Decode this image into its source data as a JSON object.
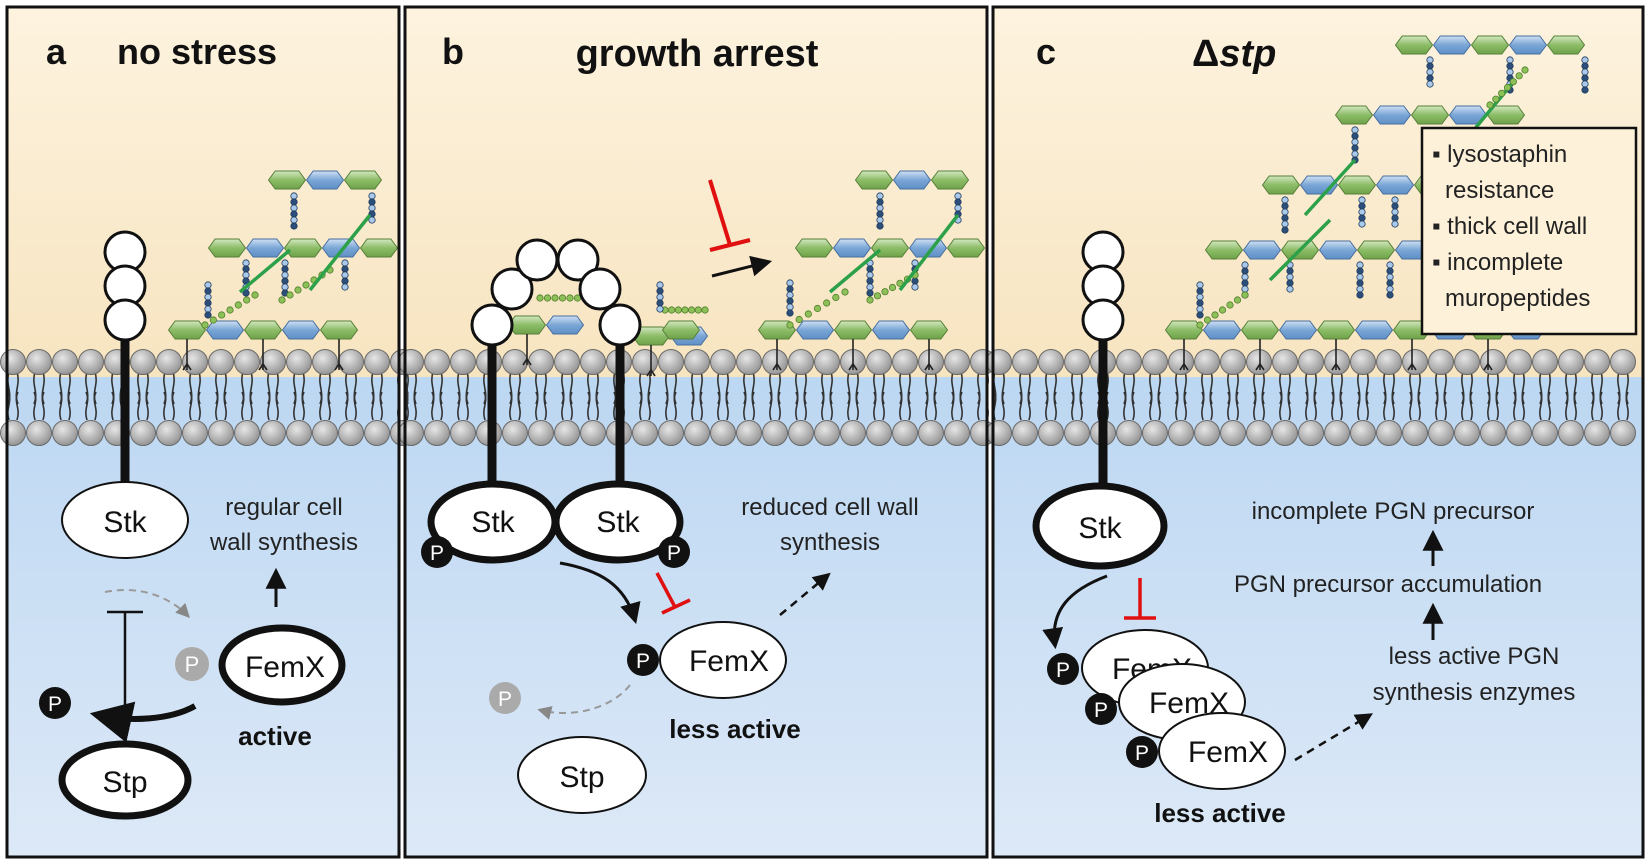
{
  "panels": [
    {
      "letter": "a",
      "title": "no stress",
      "outcome": [
        "regular cell",
        "wall synthesis"
      ],
      "stk": "Stk",
      "femx": "FemX",
      "stp": "Stp",
      "phos": "P",
      "state": "active"
    },
    {
      "letter": "b",
      "title": "growth arrest",
      "outcome": [
        "reduced cell wall",
        "synthesis"
      ],
      "stk": "Stk",
      "femx": "FemX",
      "stp": "Stp",
      "phos": "P",
      "state": "less active"
    },
    {
      "letter": "c",
      "title": "Δstp",
      "title_prefix": "Δ",
      "title_italic": "stp",
      "stk": "Stk",
      "femx": "FemX",
      "phos": "P",
      "state": "less active",
      "cascade": [
        "incomplete PGN precursor",
        "PGN precursor accumulation",
        "less active PGN",
        "synthesis enzymes"
      ],
      "phenotypes": [
        "▪ lysostaphin",
        "resistance",
        "▪ thick cell wall",
        "▪ incomplete",
        "muropeptides"
      ]
    }
  ],
  "colors": {
    "extracellular_top": "#fdf1da",
    "extracellular_bottom": "#f8e6c4",
    "cytoplasm_top": "#bdd8f3",
    "cytoplasm_bottom": "#dbe9f8",
    "lipid_head": "#b8b8b8",
    "nag": "#9cc57c",
    "nam": "#84acd8",
    "pentaglycine": "#7fb24a",
    "crosslink": "#2da04a",
    "inhibition": "#e01010"
  }
}
